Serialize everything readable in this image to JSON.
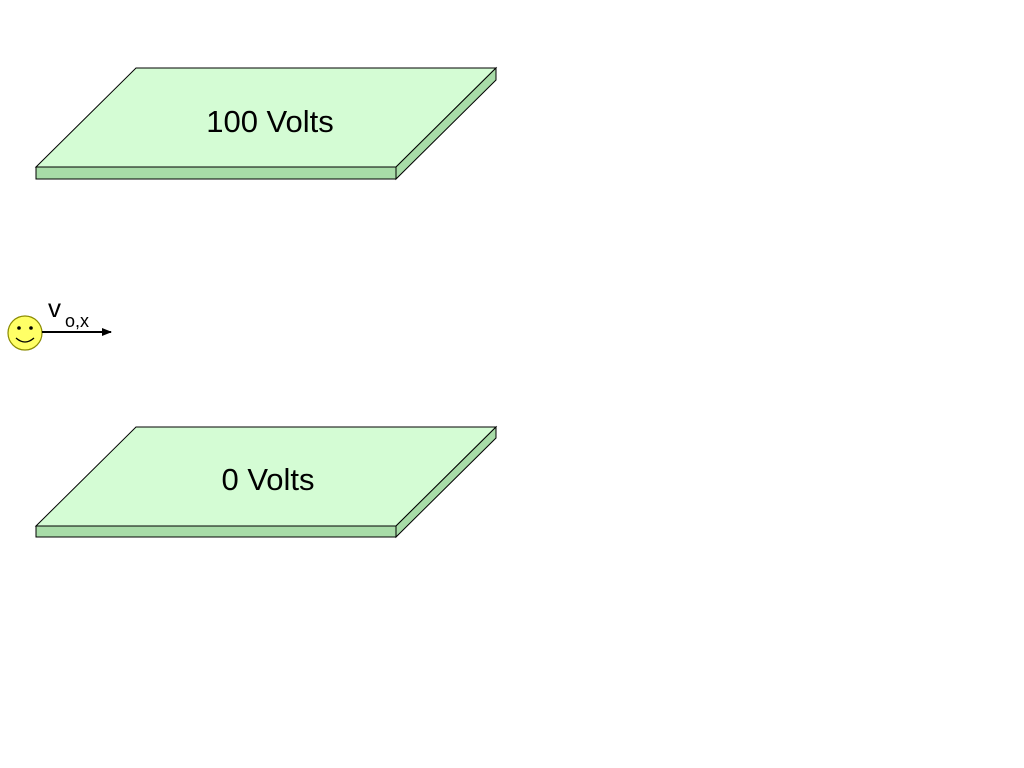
{
  "plates": {
    "top": {
      "label": "100 Volts"
    },
    "bottom": {
      "label": "0 Volts"
    }
  },
  "velocity": {
    "symbol": "v",
    "subscript": "o,x"
  },
  "colors": {
    "plate_face": "#d4fcd4",
    "plate_edge": "#a8dca8",
    "outline": "#000000",
    "smiley_face": "#ffff66",
    "smiley_outline": "#8a8a00"
  }
}
